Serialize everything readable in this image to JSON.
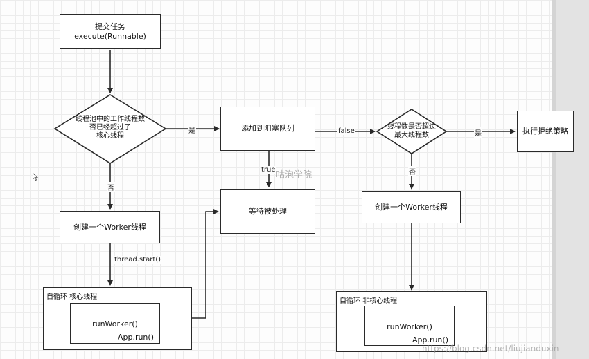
{
  "nodes": {
    "submit": "提交任务\nexecute(Runnable)",
    "core_check": "线程池中的工作线程数\n否已经超过了\n核心线程",
    "add_queue": "添加到阻塞队列",
    "max_check": "线程数是否超过\n最大线程数",
    "reject": "执行拒绝策略",
    "wait": "等待被处理",
    "create_core_worker": "创建一个Worker线程",
    "create_worker": "创建一个Worker线程"
  },
  "containers": {
    "core_loop": {
      "label": "自循环 核心线程",
      "run_worker": "runWorker()",
      "app_run": "App.run()"
    },
    "noncore_loop": {
      "label": "自循环 非核心线程",
      "run_worker": "runWorker()",
      "app_run": "App.run()"
    }
  },
  "edges": {
    "core_no": "否",
    "core_yes": "是",
    "queue_false": "false",
    "queue_true": "true",
    "max_yes": "是",
    "max_no": "否",
    "thread_start": "thread.start()"
  },
  "watermarks": {
    "center": "咕泡学院",
    "url": "https://blog.csdn.net/liujianduxin"
  }
}
